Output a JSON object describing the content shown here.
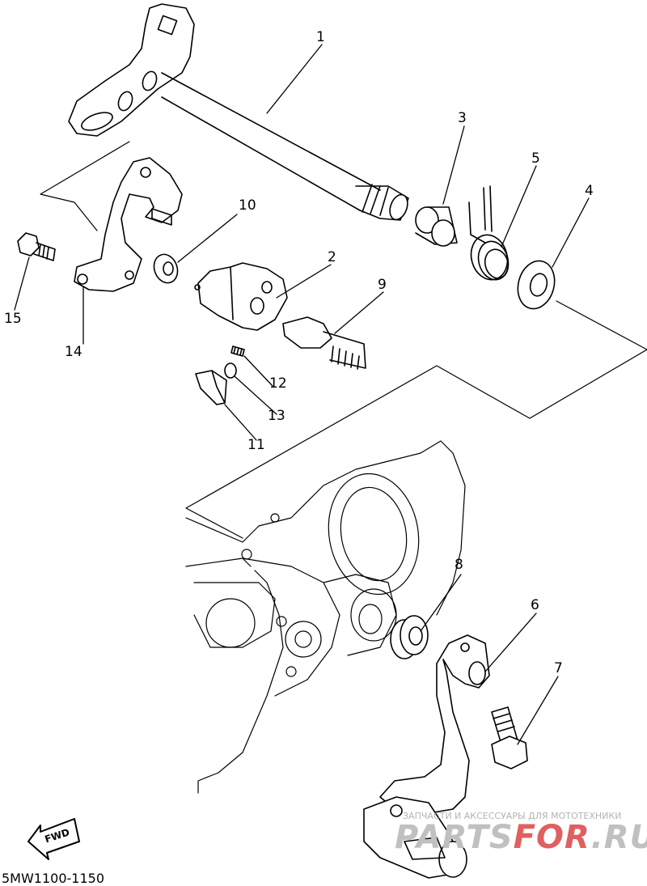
{
  "part_labels": {
    "p1": "1",
    "p2": "2",
    "p3": "3",
    "p4": "4",
    "p5": "5",
    "p6": "6",
    "p7": "7",
    "p8": "8",
    "p9": "9",
    "p10": "10",
    "p11": "11",
    "p12": "12",
    "p13": "13",
    "p14": "14",
    "p15": "15"
  },
  "fwd_label": "FWD",
  "diagram_ref": "5MW1100-1150",
  "watermark": {
    "tagline": "ЗАПЧАСТИ И АКСЕССУАРЫ ДЛЯ МОТОТЕХНИКИ",
    "brand_part1": "PARTS",
    "brand_part2": "FOR",
    "brand_part3": ".RU"
  }
}
